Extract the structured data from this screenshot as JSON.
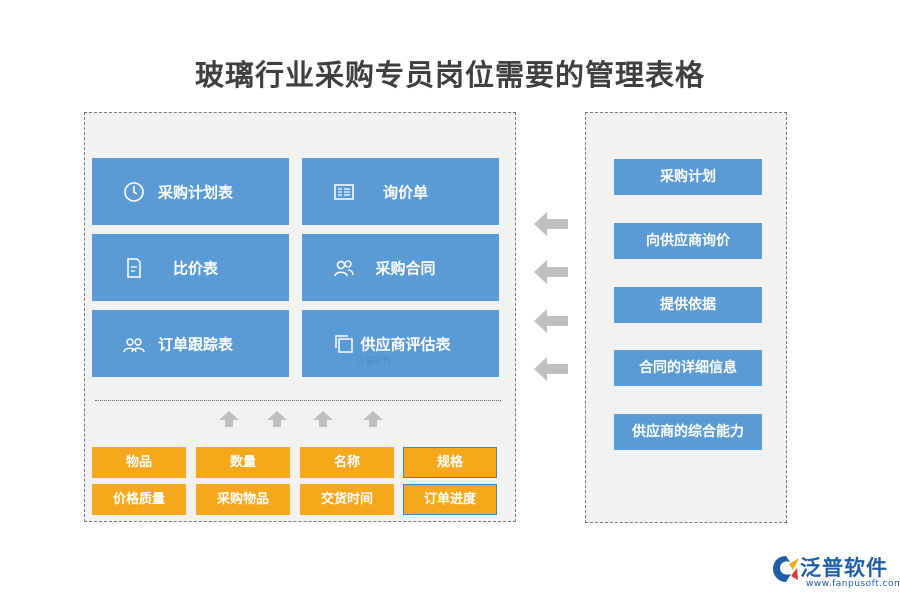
{
  "title": "玻璃行业采购专员岗位需要的管理表格",
  "left_panel": {
    "cards": [
      {
        "label": "采购计划表",
        "icon": "clock-icon"
      },
      {
        "label": "询价单",
        "icon": "form-icon"
      },
      {
        "label": "比价表",
        "icon": "document-icon"
      },
      {
        "label": "采购合同",
        "icon": "users-icon"
      },
      {
        "label": "订单跟踪表",
        "icon": "group-icon"
      },
      {
        "label": "供应商评估表",
        "icon": "copy-icon"
      }
    ],
    "fields": [
      "物品",
      "数量",
      "名称",
      "规格",
      "价格质量",
      "采购物品",
      "交货时间",
      "订单进度"
    ]
  },
  "right_panel": {
    "items": [
      "采购计划",
      "向供应商询价",
      "提供依据",
      "合同的详细信息",
      "供应商的综合能力"
    ]
  },
  "watermark": "泛普软件",
  "brand": {
    "name": "泛普软件",
    "url": "www.fanpusoft.com"
  },
  "colors": {
    "card_blue": "#5b9bd5",
    "field_orange": "#f5a81c",
    "arrow_gray": "#bfbfbf",
    "panel_bg": "#f2f2f2"
  }
}
